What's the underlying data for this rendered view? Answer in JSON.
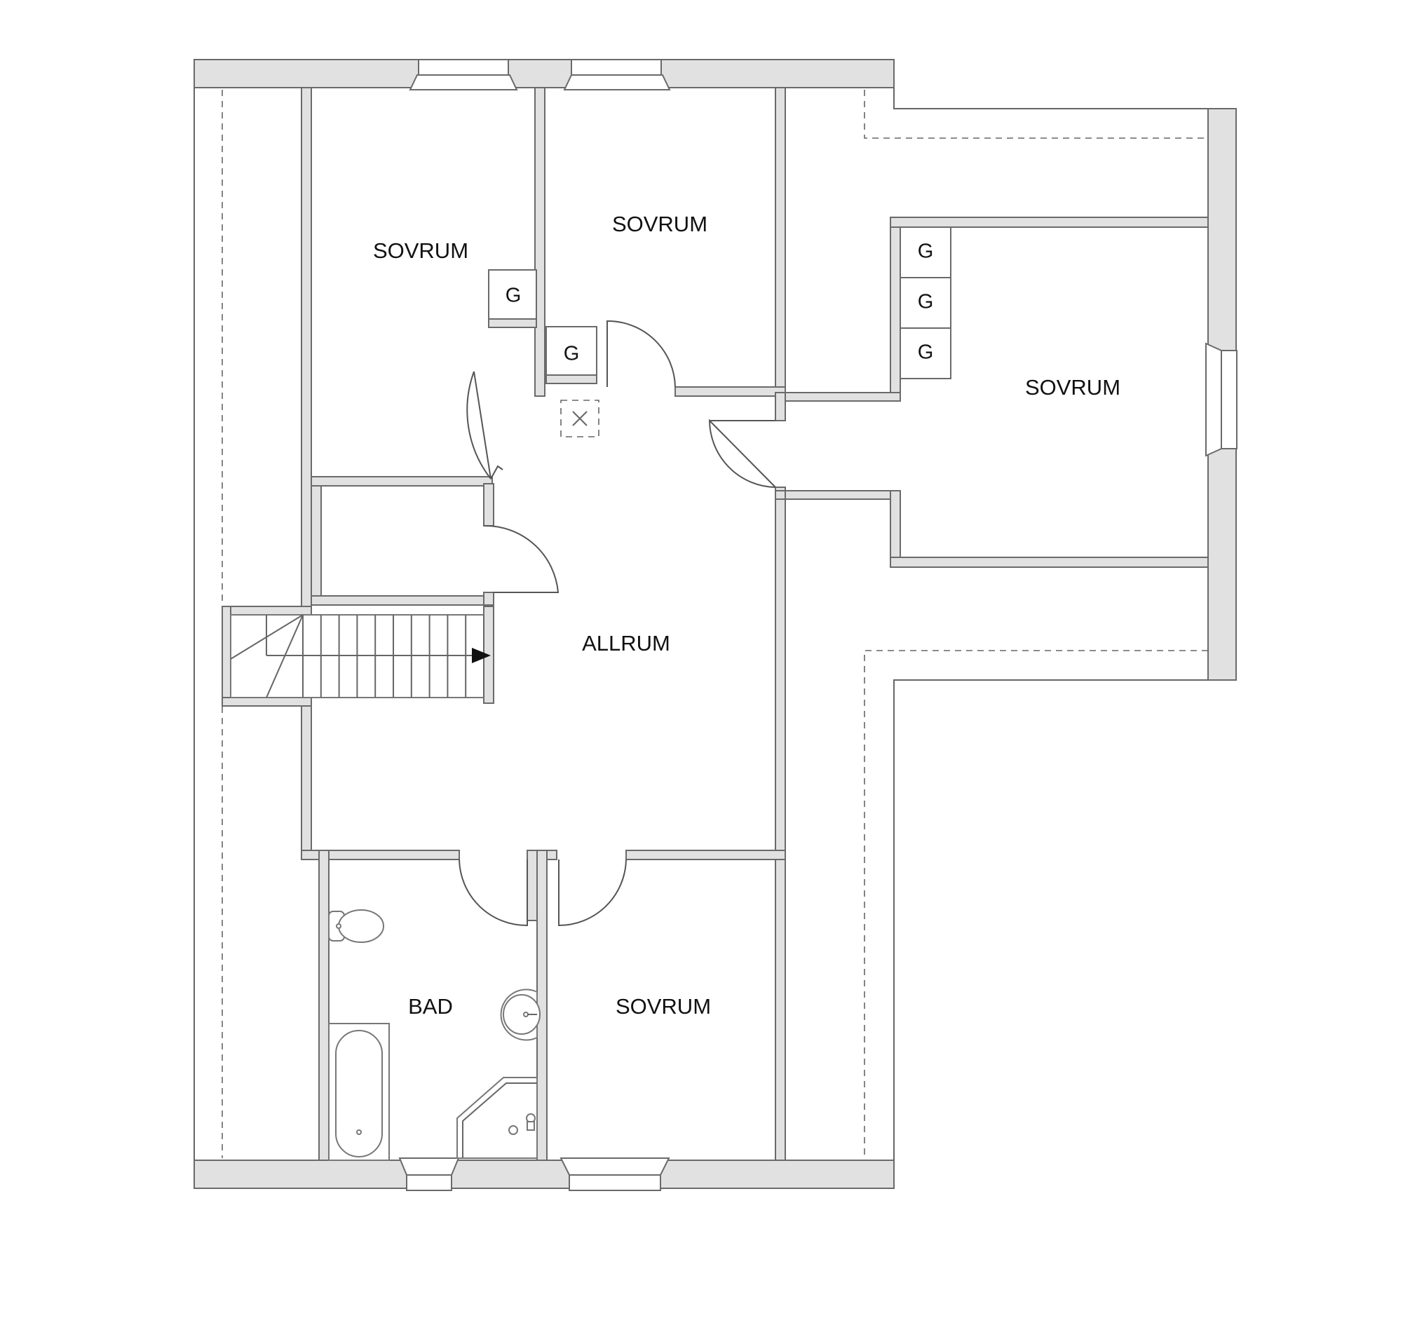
{
  "rooms": {
    "bedroom_top_left": "SOVRUM",
    "bedroom_top_middle": "SOVRUM",
    "bedroom_right": "SOVRUM",
    "bedroom_bottom": "SOVRUM",
    "living": "ALLRUM",
    "bathroom": "BAD"
  },
  "shafts": {
    "shaft_1": "G",
    "shaft_2": "G",
    "shaft_3": "G",
    "shaft_4": "G",
    "shaft_5": "G"
  },
  "colors": {
    "wall_fill": "#e1e1e1",
    "wall_stroke": "#6a6a6a",
    "background": "#ffffff"
  }
}
